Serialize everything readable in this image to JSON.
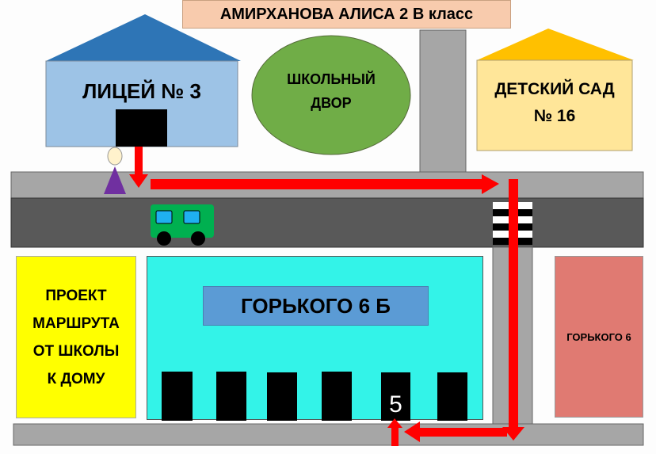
{
  "title": "АМИРХАНОВА АЛИСА 2 В класс",
  "school": {
    "label": "ЛИЦЕЙ № 3"
  },
  "schoolyard": {
    "label_line1": "ШКОЛЬНЫЙ",
    "label_line2": "ДВОР"
  },
  "kindergarten": {
    "label_line1": "ДЕТСКИЙ САД",
    "label_line2": "№ 16"
  },
  "project": {
    "line1": "ПРОЕКТ",
    "line2": "МАРШРУТА",
    "line3": "ОТ ШКОЛЫ",
    "line4": "К ДОМУ"
  },
  "home_building": {
    "label": "ГОРЬКОГО 6 Б",
    "entrance_number": "5"
  },
  "neighbor_building": {
    "label": "ГОРЬКОГО 6"
  },
  "colors": {
    "route": "#ff0000",
    "school_roof": "#2e75b6",
    "school_wall": "#9dc3e6",
    "kindergarten_roof": "#ffc000",
    "kindergarten_wall": "#ffe699",
    "yard": "#70ad47",
    "road": "#595959",
    "sidewalk": "#a6a6a6",
    "home": "#33f3e8",
    "bus": "#00b050"
  }
}
